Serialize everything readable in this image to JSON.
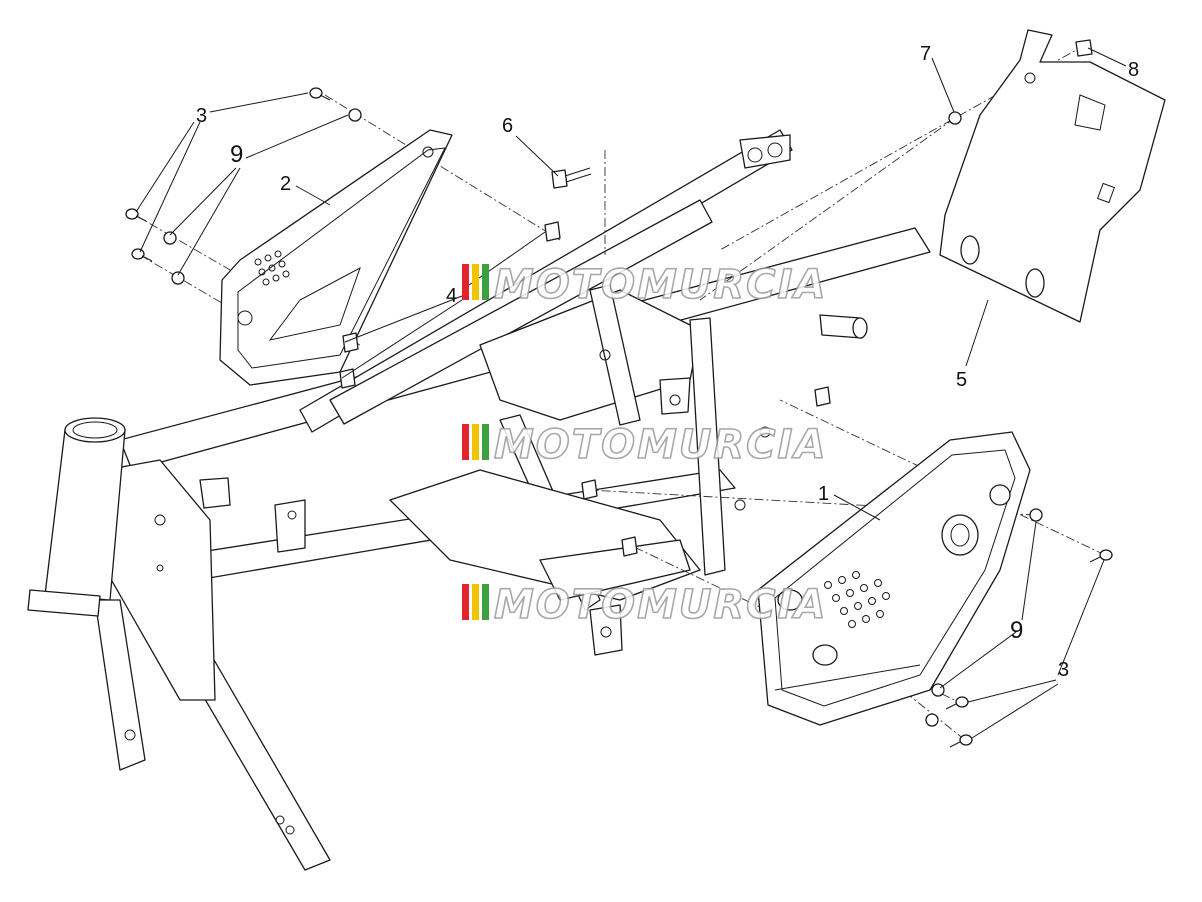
{
  "watermark": {
    "text": "MOTOMURCIA",
    "stripe_colors": [
      "#e2232a",
      "#f5c400",
      "#3aa040",
      "#c8c8c8"
    ]
  },
  "callouts": {
    "c1": "1",
    "c2": "2",
    "c3_left": "3",
    "c3_right": "3",
    "c4": "4",
    "c5": "5",
    "c6": "6",
    "c7": "7",
    "c8": "8",
    "c9_left": "9",
    "c9_right": "9"
  },
  "colors": {
    "line": "#1a1a1a",
    "background": "#ffffff"
  }
}
